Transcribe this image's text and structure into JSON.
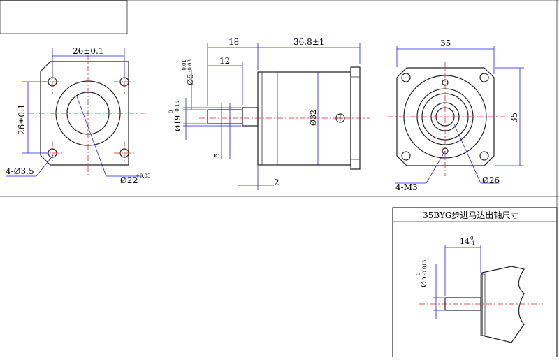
{
  "front_view": {
    "dim_width": "26±0.1",
    "dim_height": "26±0.1",
    "dim_holes": "4-Ø3.5",
    "dim_boss": "Ø22",
    "dim_boss_tol": "+0.03",
    "dim_boss_tol_low": "0"
  },
  "side_view": {
    "dim_18": "18",
    "dim_12": "12",
    "dim_length": "36.8±1",
    "dim_shaft": "Ø6",
    "dim_shaft_tol": "-0.01",
    "dim_shaft_tol_low": "-0.03",
    "dim_boss": "Ø19",
    "dim_boss_tol": "0",
    "dim_boss_tol_low": "-0.15",
    "dim_body": "Ø32",
    "dim_5": "5",
    "dim_2": "2"
  },
  "rear_view": {
    "dim_width": "35",
    "dim_height": "35",
    "dim_holes": "4-M3",
    "dim_circle": "Ø26"
  },
  "detail_box": {
    "title": "35BYG步进马达出轴尺寸",
    "dim_length": "14",
    "dim_length_tol": "0",
    "dim_length_tol_low": "-1",
    "dim_shaft": "Ø5",
    "dim_shaft_tol": "0",
    "dim_shaft_tol_low": "-0.013"
  }
}
